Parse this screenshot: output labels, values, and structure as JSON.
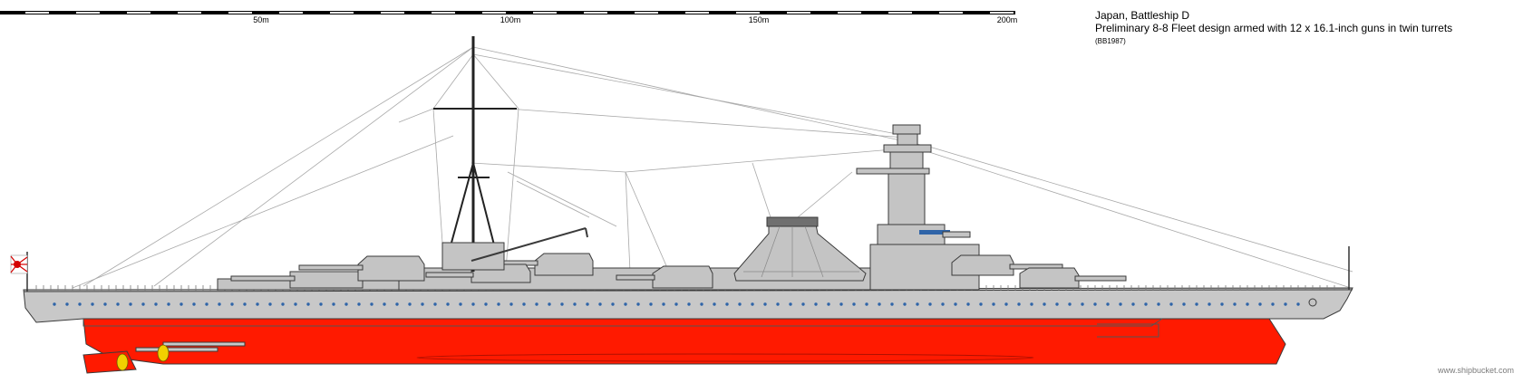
{
  "scale_bar": {
    "marks": [
      "50m",
      "100m",
      "150m",
      "200m"
    ]
  },
  "title": {
    "line1": "Japan, Battleship D",
    "line2": "Preliminary 8-8 Fleet design armed with 12 x 16.1-inch guns in twin turrets",
    "line3": "(BB1987)"
  },
  "credit": "www.shipbucket.com",
  "colors": {
    "hull_red": "#ff1a00",
    "hull_grey": "#c8c8c8",
    "superstructure": "#c4c4c4",
    "outline": "#3a3a3a",
    "portholes": "#2f64a8",
    "rigging": "#a0a0a0",
    "propeller": "#f2d000"
  }
}
